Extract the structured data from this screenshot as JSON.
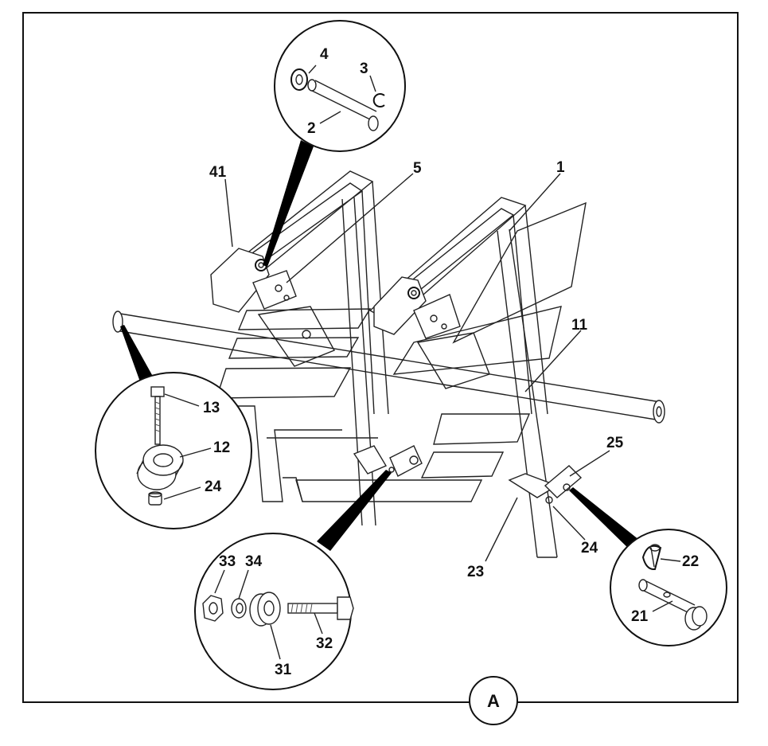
{
  "sheet_label": "A",
  "callouts": {
    "c1": "1",
    "c2": "2",
    "c3": "3",
    "c4": "4",
    "c5": "5",
    "c11": "11",
    "c12": "12",
    "c13": "13",
    "c21": "21",
    "c22": "22",
    "c23": "23",
    "c24a": "24",
    "c24b": "24",
    "c25": "25",
    "c31": "31",
    "c32": "32",
    "c33": "33",
    "c34": "34",
    "c41": "41"
  }
}
